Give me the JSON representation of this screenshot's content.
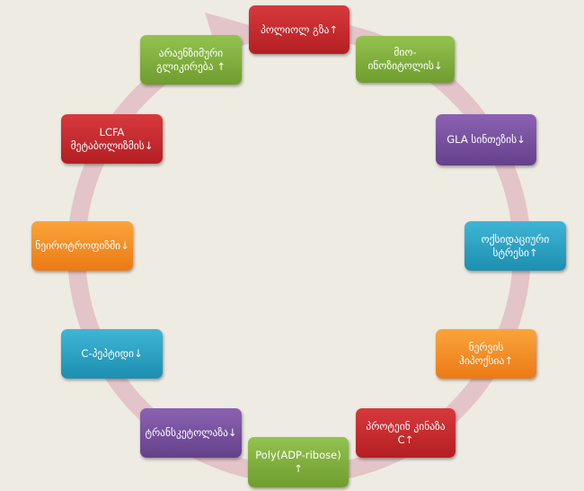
{
  "colors": {
    "background": "#eeebe2",
    "cycle_arrow": "#e3c4c8",
    "red": "#c8282c",
    "green": "#82b03e",
    "purple": "#764fa0",
    "blue": "#2ca2c4",
    "orange": "#f48f26"
  },
  "nodes": [
    {
      "id": "polyol",
      "text": "პოლიოლ გზა↑",
      "color": "red"
    },
    {
      "id": "myoinositol",
      "text": "მიო-\nინოზიტოლის↓",
      "color": "green"
    },
    {
      "id": "gla",
      "text": "GLA სინთეზის↓",
      "color": "purple"
    },
    {
      "id": "oxidative",
      "text": "ოქსიდაციური\nსტრესი↑",
      "color": "blue"
    },
    {
      "id": "hypoxia",
      "text": "ნერვის ჰიპოქსია↑",
      "color": "orange"
    },
    {
      "id": "pkc",
      "text": "პროტეინ კინაზა C↑",
      "color": "red"
    },
    {
      "id": "parp",
      "text": "Poly(ADP-ribose) ↑",
      "color": "green"
    },
    {
      "id": "transketolase",
      "text": "ტრანსკეტოლაზა↓",
      "color": "purple"
    },
    {
      "id": "cpeptide",
      "text": "C-პეპტიდი↓",
      "color": "blue"
    },
    {
      "id": "neurotrophism",
      "text": "ნეიროტროფიზმი↓",
      "color": "orange"
    },
    {
      "id": "lcfa",
      "text": "LCFA\nმეტაბოლიზმის↓",
      "color": "red"
    },
    {
      "id": "glycation",
      "text": "არაენზიმური\nგლიკირება ↑",
      "color": "green"
    }
  ]
}
